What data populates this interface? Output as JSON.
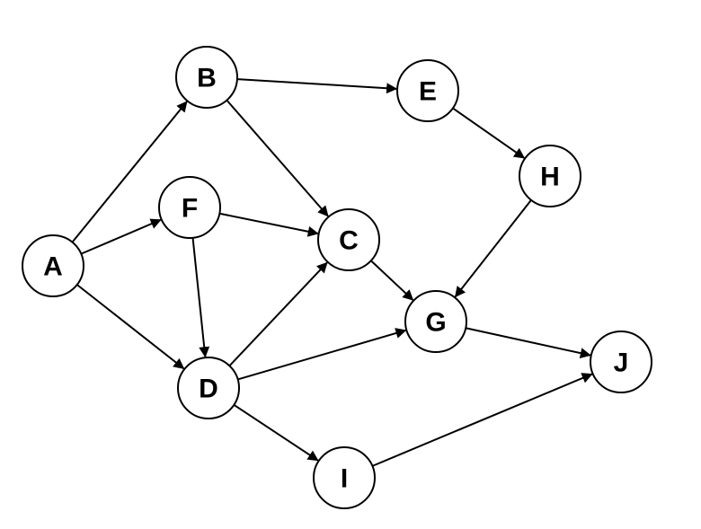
{
  "graph": {
    "directed": true,
    "nodes": [
      {
        "id": "A",
        "label": "A"
      },
      {
        "id": "B",
        "label": "B"
      },
      {
        "id": "C",
        "label": "C"
      },
      {
        "id": "D",
        "label": "D"
      },
      {
        "id": "E",
        "label": "E"
      },
      {
        "id": "F",
        "label": "F"
      },
      {
        "id": "G",
        "label": "G"
      },
      {
        "id": "H",
        "label": "H"
      },
      {
        "id": "I",
        "label": "I"
      },
      {
        "id": "J",
        "label": "J"
      }
    ],
    "edges": [
      {
        "from": "A",
        "to": "B"
      },
      {
        "from": "A",
        "to": "F"
      },
      {
        "from": "A",
        "to": "D"
      },
      {
        "from": "B",
        "to": "E"
      },
      {
        "from": "B",
        "to": "C"
      },
      {
        "from": "F",
        "to": "C"
      },
      {
        "from": "F",
        "to": "D"
      },
      {
        "from": "D",
        "to": "C"
      },
      {
        "from": "D",
        "to": "G"
      },
      {
        "from": "D",
        "to": "I"
      },
      {
        "from": "C",
        "to": "G"
      },
      {
        "from": "E",
        "to": "H"
      },
      {
        "from": "H",
        "to": "G"
      },
      {
        "from": "G",
        "to": "J"
      },
      {
        "from": "I",
        "to": "J"
      }
    ],
    "colors": {
      "node_fill": "#ffffff",
      "stroke": "#000000",
      "label": "#000000",
      "background": "#ffffff"
    }
  }
}
